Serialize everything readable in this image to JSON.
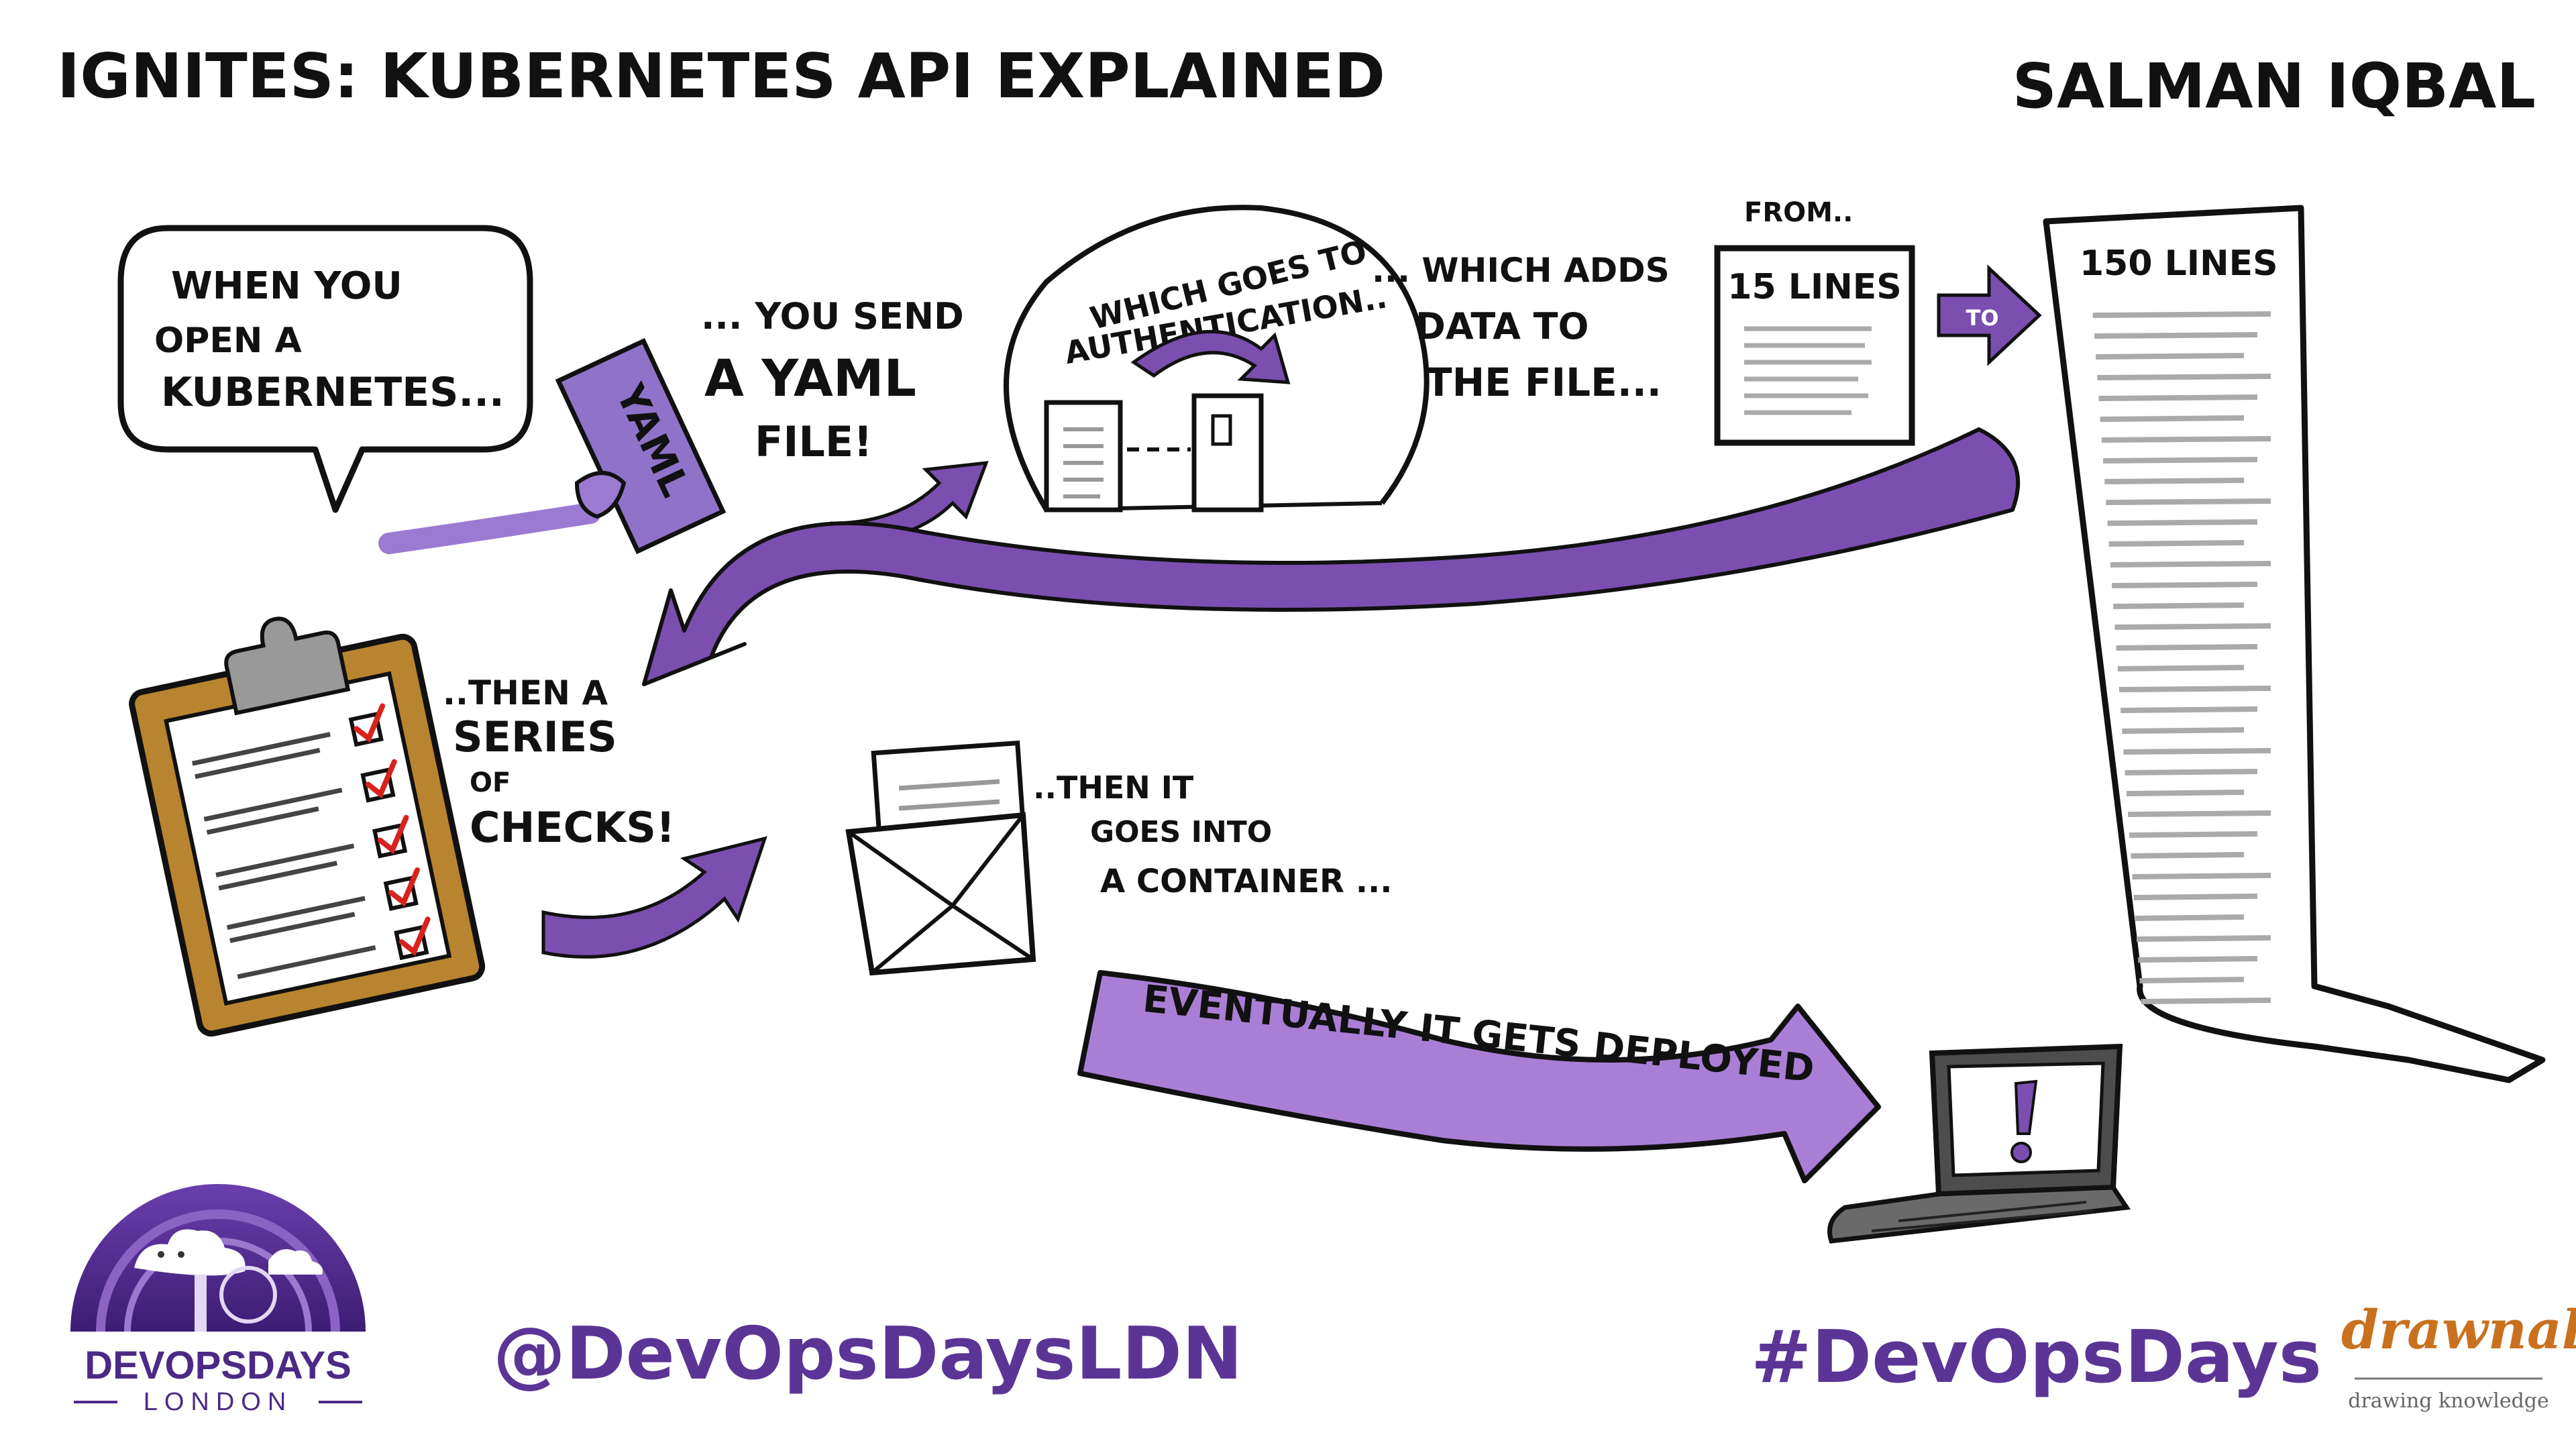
{
  "header": {
    "title": "IGNITES: KUBERNETES API EXPLAINED",
    "speaker": "SALMAN IQBAL"
  },
  "steps": {
    "speech_line1": "WHEN YOU",
    "speech_line2": "OPEN A",
    "speech_line3": "KUBERNETES...",
    "yaml_label": "YAML",
    "send_line1": "... YOU SEND",
    "send_line2": "A YAML",
    "send_line3": "FILE!",
    "auth_line1": "WHICH GOES TO",
    "auth_line2": "AUTHENTICATION..",
    "adds_line1": "... WHICH ADDS",
    "adds_line2": "DATA TO",
    "adds_line3": "THE FILE...",
    "from_label": "FROM..",
    "small_doc_label": "15 LINES",
    "to_label": "TO",
    "big_doc_label": "150 LINES",
    "checks_line1": "..THEN A",
    "checks_line2": "SERIES",
    "checks_line3": "OF",
    "checks_line4": "CHECKS!",
    "container_line1": "..THEN IT",
    "container_line2": "GOES INTO",
    "container_line3": "A CONTAINER ...",
    "deploy_banner": "EVENTUALLY IT GETS DEPLOYED"
  },
  "footer": {
    "logo_name": "DEVOPSDAYS",
    "logo_city": "LONDON",
    "handle": "@DevOpsDaysLDN",
    "hashtag": "#DevOpsDays",
    "brand": "drawnalism",
    "brand_tagline": "drawing knowledge"
  },
  "colors": {
    "purple": "#7a4fb0",
    "purple_dark": "#5a3596",
    "purple_light": "#a97fd6",
    "clipboard": "#b8842f",
    "check_red": "#d8231c",
    "laptop": "#4d4d4d"
  }
}
